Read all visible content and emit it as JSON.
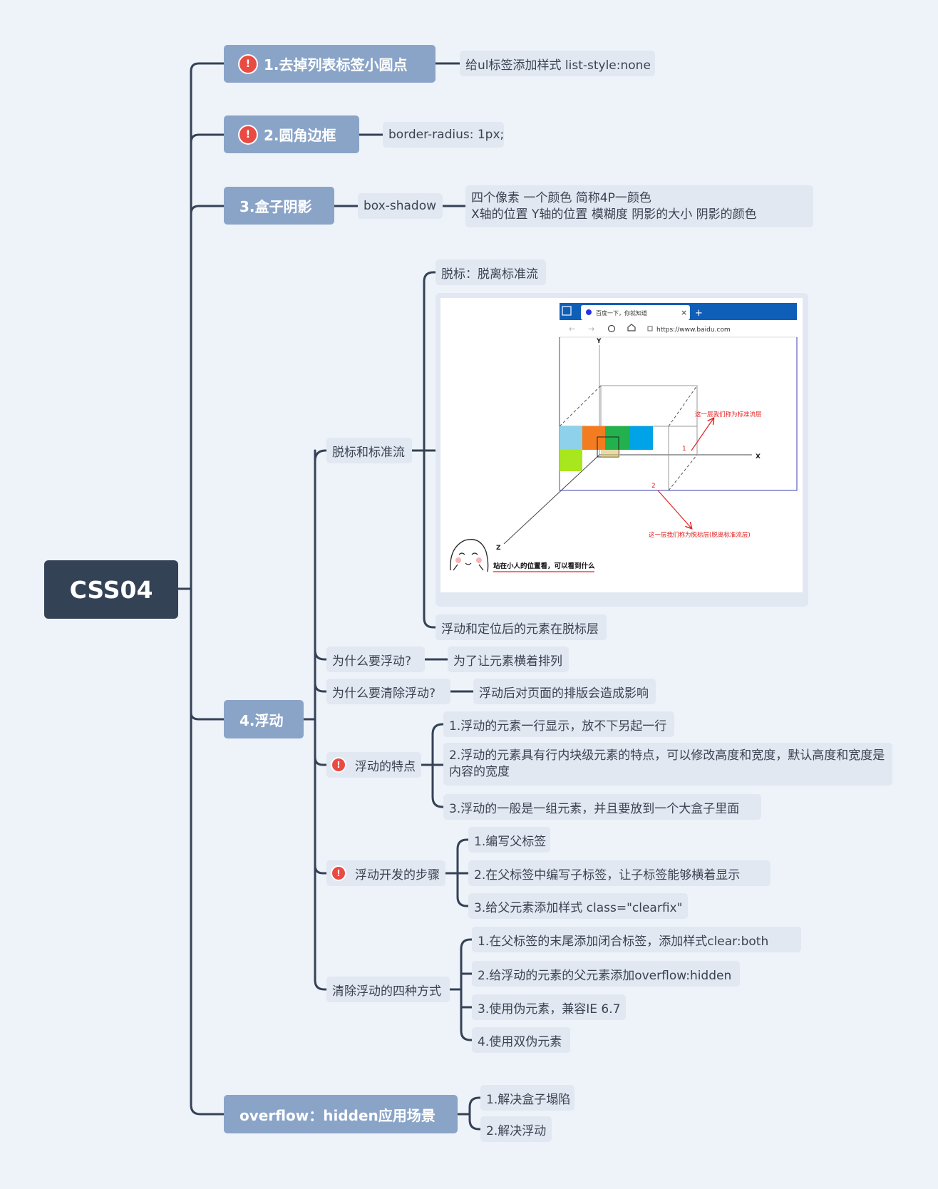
{
  "root": {
    "label": "CSS04"
  },
  "branches": {
    "b1": {
      "label": "1.去掉列表标签小圆点",
      "flag": "!",
      "note": "给ul标签添加样式 list-style:none"
    },
    "b2": {
      "label": "2.圆角边框",
      "flag": "!",
      "note": "border-radius: 1px;"
    },
    "b3": {
      "label": "3.盒子阴影",
      "key": "box-shadow",
      "detail_line1": "四个像素 一个颜色 简称4P一颜色",
      "detail_line2": "X轴的位置  Y轴的位置  模糊度  阴影的大小  阴影的颜色"
    },
    "b4": {
      "label": "4.浮动",
      "flow": {
        "label": "脱标和标准流",
        "definition": "脱标：脱离标准流",
        "layer_note": "浮动和定位后的元素在脱标层"
      },
      "why_float": {
        "label": "为什么要浮动?",
        "answer": "为了让元素横着排列"
      },
      "why_clear": {
        "label": "为什么要清除浮动?",
        "answer": "浮动后对页面的排版会造成影响"
      },
      "features": {
        "label": "浮动的特点",
        "flag": "!",
        "items": [
          "1.浮动的元素一行显示，放不下另起一行",
          "2.浮动的元素具有行内块级元素的特点，可以修改高度和宽度，默认高度和宽度是内容的宽度",
          "3.浮动的一般是一组元素，并且要放到一个大盒子里面"
        ]
      },
      "steps": {
        "label": "浮动开发的步骤",
        "flag": "!",
        "items": [
          "1.编写父标签",
          "2.在父标签中编写子标签，让子标签能够横着显示",
          "3.给父元素添加样式 class=\"clearfix\""
        ]
      },
      "clear_methods": {
        "label": "清除浮动的四种方式",
        "items": [
          "1.在父标签的末尾添加闭合标签，添加样式clear:both",
          "2.给浮动的元素的父元素添加overflow:hidden",
          "3.使用伪元素，兼容IE 6.7",
          "4.使用双伪元素"
        ]
      }
    },
    "b5": {
      "label": "overflow：hidden应用场景",
      "items": [
        "1.解决盒子塌陷",
        "2.解决浮动"
      ]
    }
  },
  "illustration": {
    "tab_title": "百度一下，你就知道",
    "new_tab": "+",
    "close": "×",
    "url": "https://www.baidu.com",
    "axis_x": "X",
    "axis_y": "Y",
    "axis_z": "Z",
    "label_1": "1",
    "label_2": "2",
    "standard_layer": "这一层我们称为标准流层",
    "float_layer": "这一层我们称为脱标层(脱离标准流层)",
    "caption": "站在小人的位置看，可以看到什么",
    "colors": {
      "tab_bar": "#0f5fb8",
      "light_blue": "#8ed1ea",
      "orange": "#f47c20",
      "green": "#22b14c",
      "sky": "#00a2e8",
      "lime": "#a8e61d",
      "arrow_red": "#e52222",
      "frame_line": "#3c3cb4"
    }
  },
  "colors": {
    "background": "#eef3fa",
    "root": "#344256",
    "main_node": "#8aa4c8",
    "sub_node": "#e1e8f1",
    "line": "#344256",
    "badge": "#e94b43"
  }
}
